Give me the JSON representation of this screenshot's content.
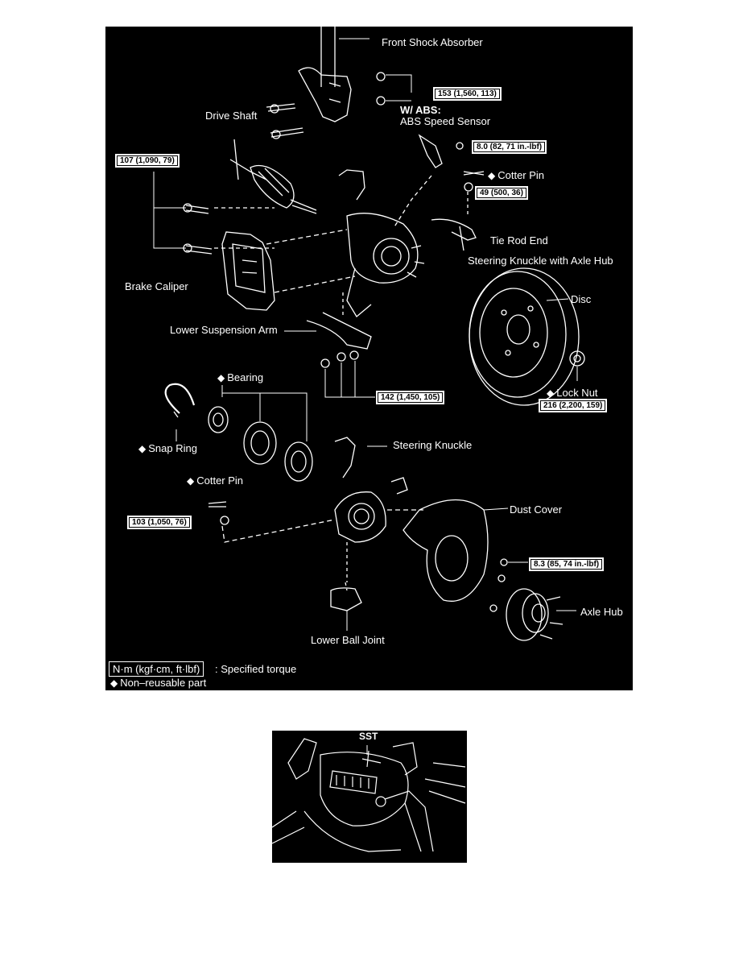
{
  "diagram1": {
    "labels": {
      "front_shock_absorber": "Front Shock Absorber",
      "drive_shaft": "Drive Shaft",
      "w_abs": "W/ ABS:",
      "abs_speed_sensor": "ABS Speed Sensor",
      "cotter_pin_top": "Cotter Pin",
      "tie_rod_end": "Tie Rod End",
      "steering_knuckle_axle_hub": "Steering Knuckle with Axle Hub",
      "brake_caliper": "Brake Caliper",
      "disc": "Disc",
      "lower_suspension_arm": "Lower Suspension Arm",
      "lock_nut": "Lock Nut",
      "bearing": "Bearing",
      "snap_ring": "Snap Ring",
      "steering_knuckle": "Steering Knuckle",
      "cotter_pin_bottom": "Cotter Pin",
      "dust_cover": "Dust Cover",
      "axle_hub": "Axle Hub",
      "lower_ball_joint": "Lower Ball Joint"
    },
    "torques": {
      "shock": "153 (1,560, 113)",
      "abs_sensor": "8.0 (82, 71 in.-lbf)",
      "tie_rod": "49 (500, 36)",
      "caliper": "107 (1,090, 79)",
      "lower_arm": "142 (1,450, 105)",
      "lock_nut": "216 (2,200, 159)",
      "ball_joint_nut": "103 (1,050, 76)",
      "dust_cover": "8.3 (85, 74 in.-lbf)"
    },
    "legend": {
      "torque_unit": "N·m (kgf·cm, ft·lbf)",
      "torque_desc": ": Specified torque",
      "non_reusable": "Non–reusable part"
    },
    "marker": "◆"
  },
  "diagram2": {
    "label": "SST"
  }
}
